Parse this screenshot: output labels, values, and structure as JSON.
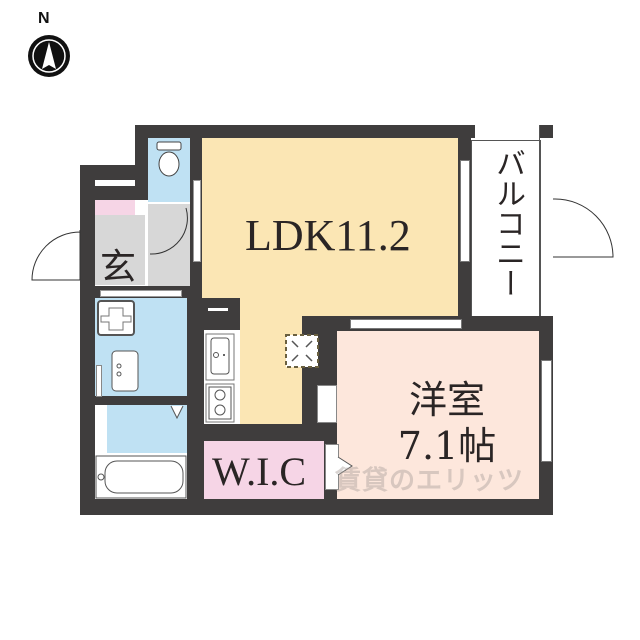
{
  "compass": {
    "label": "N",
    "icon": "north-arrow-icon"
  },
  "rooms": {
    "ldk": {
      "label": "LDK11.2",
      "color": "#fbe6b4"
    },
    "western_room": {
      "line1": "洋室",
      "line2": "7.1帖",
      "color": "#fde7dc"
    },
    "wic": {
      "label": "W.I.C",
      "color": "#f6d5e6"
    },
    "entrance": {
      "label": "玄",
      "color": "#d7d7d7"
    },
    "balcony": {
      "label": "バルコニー",
      "color": "#ffffff"
    },
    "toilet": {
      "color": "#bfe1f3"
    },
    "washroom": {
      "color": "#bfe1f3"
    },
    "bathroom": {
      "color": "#bfe1f3"
    }
  },
  "fixtures": [
    "toilet-icon",
    "washing-machine-icon",
    "wash-basin-icon",
    "bathtub-icon",
    "sink-icon",
    "gas-stove-icon",
    "ceiling-vent-icon"
  ],
  "watermark": {
    "text": "賃貸のエリッツ"
  },
  "colors": {
    "wall": "#3f3d3d"
  }
}
